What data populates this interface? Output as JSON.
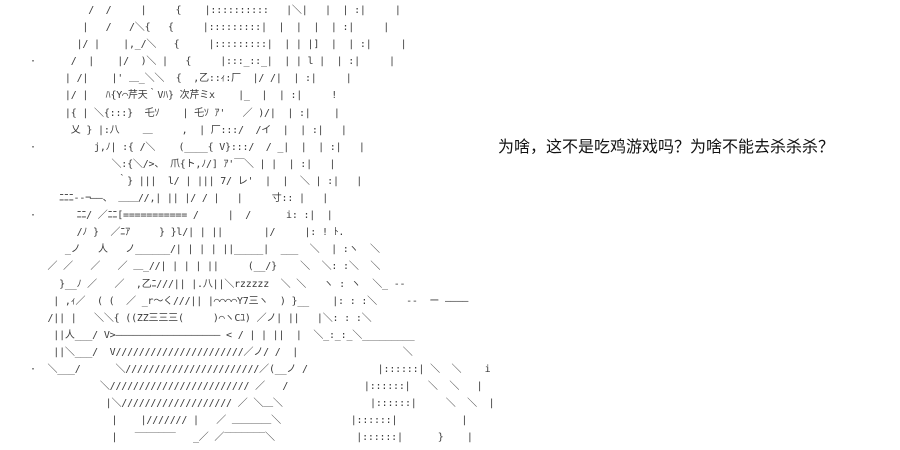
{
  "caption": "为啥，这不是吃鸡游戏吗？为啥不能去杀杀杀？",
  "art_lines": [
    "          /  /     |     {    |::::::::::   |＼|   |  | :|     |",
    "         |   /   /＼{   {     |:::::::::|  |  |  |  | :|     |",
    "        |/ |    |,_/＼   {     |:::::::::|  | | |]  |  | :|     |",
    "·      /  |    |/  )＼ |   {     |:::_::_|  | | l |  | :|     |",
    "      | /|    |' ＿_＼＼  {  ,乙::ｨ:厂  |/ /|  | :|     |",
    "      |/ |   ﾊ{Y⌒芹天｀Vﾊ} 次芹ミx    |_  |  | :|     !",
    "      |{ | ＼{:::}  乇ｿ    | 乇ｿ ｱ'   ／ )/|  | :|    |",
    "       乂 } |:八    ＿     ,  | 厂:::/  /イ  |  | :|   |",
    "·          j,ﾉ| :{ /＼    (____{ V}:::/  / _|  |  | :|   |",
    "              ＼:{＼/>、 爪{ト,ﾉ/] ｱ'￣＼ | |  | :|   |",
    "               ｀} |||  l/ | ||| 7/ レ'  |  |  ＼ | :|   |",
    "     ﾆﾆﾆ-‐¬――、 ＿＿//,| || |/ / |   |     寸:: |   |",
    "·       ﾆﾆ/ ／ﾆﾆ[=========== /     |  /      i: :|  |",
    "        /ﾉ }  ／ﾆｱ     } }l/| | ||       |/     |: ! ﾄ.",
    "      _ノ   人   ノ______/| | | | ||_____|  ___  ＼  | :ヽ  ＼",
    "   ／ ／   ／   ／ ＿_//| | | | ||     (__/}    ＼  ＼: :＼  ＼",
    "     }__ﾉ ／   ／  ,乙ﾆ///|| |.八||＼rzzzzz  ＼ ＼   ヽ : ヽ  ＼_ -‐",
    "    | ,ｨ／  ( (  ／ _r～く///|| |⌒⌒⌒⌒Y7三ヽ  ) }__    |: : :＼     -‐  ー ――――",
    "   /|| |   ＼＼{ ((ZZ三三三(     )⌒ヽCﾕ) ／ノ| ||   |＼: : :＼",
    "    ||人___/ V>―――――――――――――――――― < / | | ||  |  ＼_:_:_＼_________",
    "    ||＼___/  V//////////////////////／ノ/ /  |                  ＼",
    "·  ＼___/      ＼///////////////////////／(__ノ /            |::::::| ＼  ＼    i",
    "            ＼//////////////////////// ／   /             |::::::|   ＼  ＼   |",
    "             |＼/////////////////// ／ ＼＿＼               |::::::|     ＼  ＼  |",
    "              |    |/////// |   ／ ＿＿＿＿＼            |::::::|           |",
    "              |   ‾‾‾‾‾‾‾   _／ ／‾‾‾‾‾‾‾＼              |::::::|      }    |"
  ]
}
